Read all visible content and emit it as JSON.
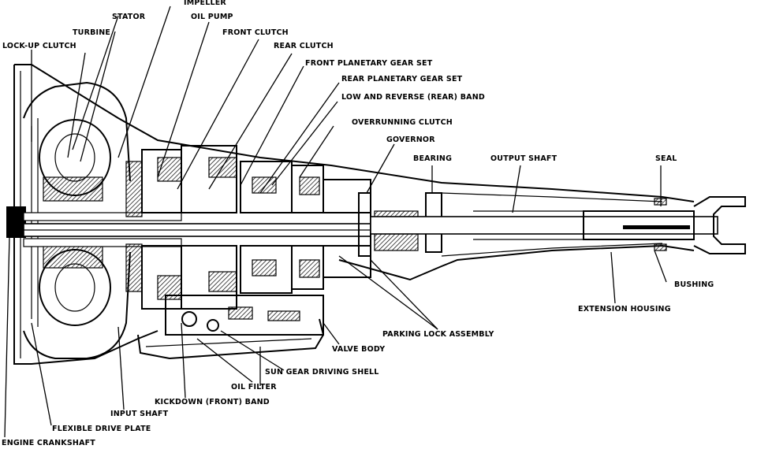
{
  "labels": {
    "impeller": "IMPELLER",
    "stator": "STATOR",
    "oil_pump": "OIL PUMP",
    "turbine": "TURBINE",
    "front_clutch": "FRONT CLUTCH",
    "lockup_clutch": "LOCK-UP CLUTCH",
    "rear_clutch": "REAR CLUTCH",
    "front_planetary": "FRONT PLANETARY GEAR SET",
    "rear_planetary": "REAR PLANETARY GEAR SET",
    "low_reverse_band": "LOW AND REVERSE (REAR) BAND",
    "overrunning_clutch": "OVERRUNNING CLUTCH",
    "governor": "GOVERNOR",
    "bearing": "BEARING",
    "output_shaft": "OUTPUT SHAFT",
    "seal": "SEAL",
    "bushing": "BUSHING",
    "extension_housing": "EXTENSION HOUSING",
    "parking_lock": "PARKING LOCK ASSEMBLY",
    "valve_body": "VALVE BODY",
    "sun_gear_shell": "SUN GEAR DRIVING SHELL",
    "oil_filter": "OIL FILTER",
    "kickdown_band": "KICKDOWN (FRONT) BAND",
    "input_shaft": "INPUT SHAFT",
    "flexible_drive_plate": "FLEXIBLE DRIVE PLATE",
    "engine_crankshaft": "ENGINE CRANKSHAFT"
  }
}
